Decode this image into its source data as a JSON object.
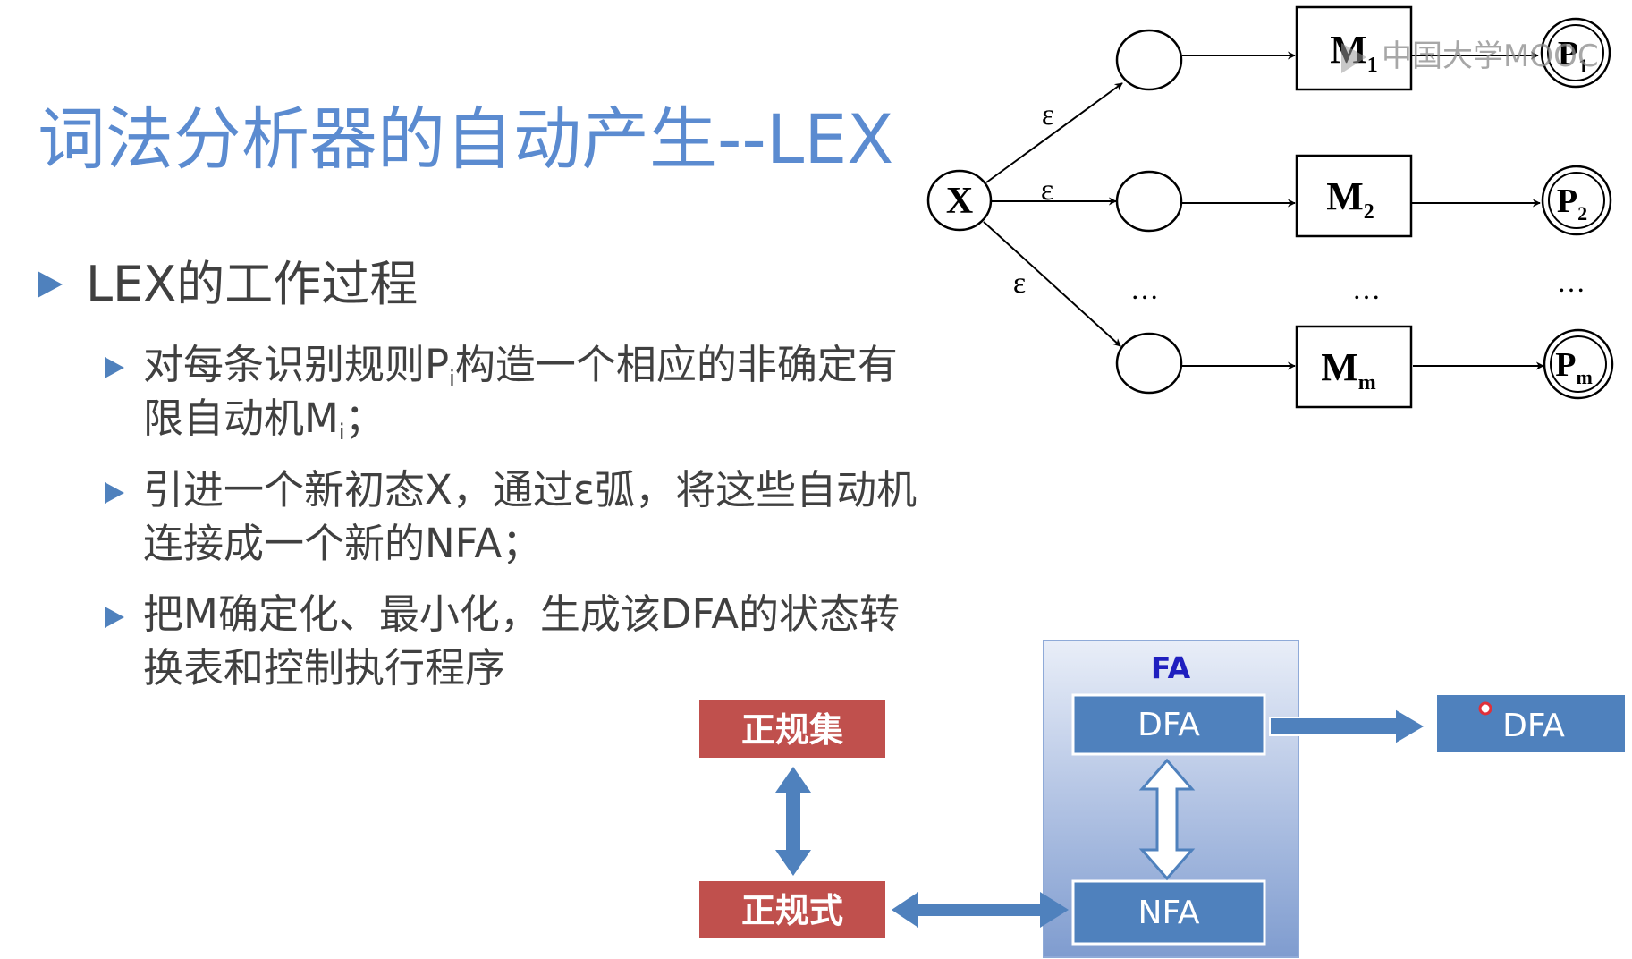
{
  "title": "词法分析器的自动产生--LEX",
  "bullets": {
    "level1": "LEX的工作过程",
    "items": [
      {
        "line1_pre": "对每条识别规则P",
        "line1_sub": "i",
        "line1_post": "构造一个相应的非确定有",
        "line2_pre": "限自动机M",
        "line2_sub": "i",
        "line2_post": "；"
      },
      {
        "line1": "引进一个新初态X，通过ε弧，将这些自动机",
        "line2": "连接成一个新的NFA；"
      },
      {
        "line1": "把M确定化、最小化，生成该DFA的状态转",
        "line2": "换表和控制执行程序"
      }
    ]
  },
  "nfa_diagram": {
    "start_state": "X",
    "epsilon": "ε",
    "ellipsis": "…",
    "machines": [
      {
        "name": "M",
        "sub": "1",
        "accept": "P",
        "accept_sub": "1"
      },
      {
        "name": "M",
        "sub": "2",
        "accept": "P",
        "accept_sub": "2"
      },
      {
        "name": "M",
        "sub": "m",
        "accept": "P",
        "accept_sub": "m"
      }
    ]
  },
  "flow_diagram": {
    "regular_set": "正规集",
    "regular_expr": "正规式",
    "fa_label": "FA",
    "dfa": "DFA",
    "nfa": "NFA",
    "min_dfa": "DFA",
    "colors": {
      "red_box": "#c0504d",
      "blue_box": "#4f81bd",
      "fa_title": "#1f1fbf",
      "arrow": "#4f81bd"
    }
  },
  "watermark": "中国大学MOOC"
}
